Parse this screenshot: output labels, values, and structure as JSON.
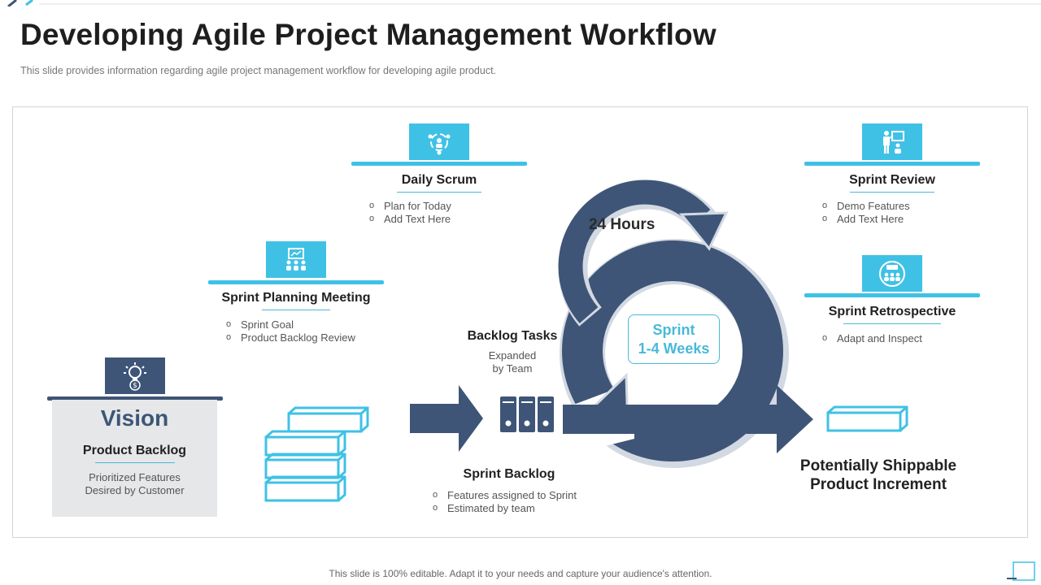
{
  "title": "Developing Agile Project Management Workflow",
  "subtitle": "This slide provides  information  regarding  agile  project  management  workflow  for  developing  agile  product.",
  "footer": "This slide is 100% editable. Adapt it to your needs and capture your audience's attention.",
  "colors": {
    "accent": "#3fc1e6",
    "navy": "#3e5577",
    "card": "#e6e7e8"
  },
  "vision": {
    "title": "Vision",
    "heading": "Product Backlog",
    "lines": [
      "Prioritized Features",
      "Desired by Customer"
    ],
    "icon": "idea-dollar-icon"
  },
  "sprint_planning": {
    "heading": "Sprint Planning Meeting",
    "items": [
      "Sprint Goal",
      "Product Backlog Review"
    ],
    "icon": "presentation-team-icon"
  },
  "daily_scrum": {
    "heading": "Daily Scrum",
    "items": [
      "Plan for Today",
      "Add Text Here"
    ],
    "icon": "team-cycle-icon"
  },
  "backlog_tasks": {
    "heading": "Backlog Tasks",
    "lines": [
      "Expanded",
      "by Team"
    ]
  },
  "sprint_backlog": {
    "heading": "Sprint Backlog",
    "items": [
      "Features assigned to Sprint",
      "Estimated by team"
    ],
    "icon": "binders-icon"
  },
  "cycle": {
    "hours_label": "24 Hours",
    "sprint_line1": "Sprint",
    "sprint_line2": "1-4 Weeks"
  },
  "sprint_review": {
    "heading": "Sprint Review",
    "items": [
      "Demo Features",
      "Add Text Here"
    ],
    "icon": "presenter-board-icon"
  },
  "sprint_retro": {
    "heading": "Sprint Retrospective",
    "items": [
      "Adapt and Inspect"
    ],
    "icon": "meeting-discussion-icon"
  },
  "increment": {
    "line1": "Potentially Shippable",
    "line2": "Product Increment",
    "icon": "product-box-icon"
  }
}
